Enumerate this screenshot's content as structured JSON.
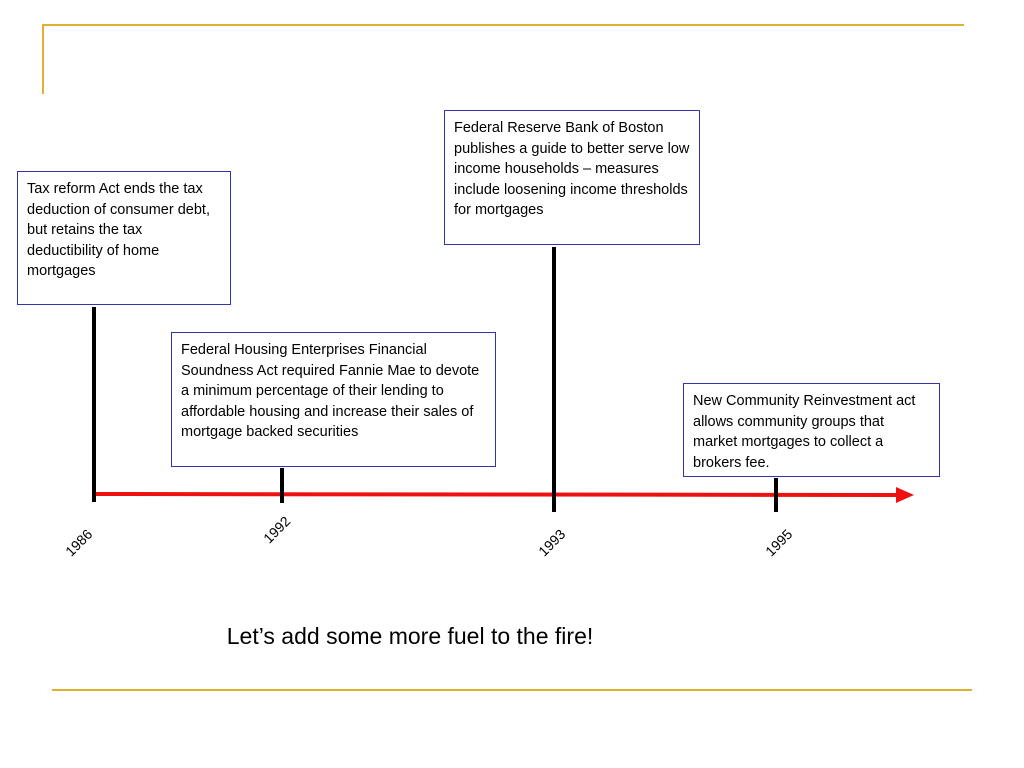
{
  "colors": {
    "accent_rule": "#e0b030",
    "timeline_arrow": "#ee1111",
    "marker_line": "#000000",
    "box_border": "#3333aa"
  },
  "timeline": {
    "events": [
      {
        "year": "1986",
        "text": "Tax reform Act ends the tax deduction of consumer debt, but retains the tax deductibility of home mortgages"
      },
      {
        "year": "1992",
        "text": "Federal Housing Enterprises Financial Soundness Act required Fannie Mae to devote a minimum percentage of their lending to affordable housing and increase their sales of mortgage backed securities"
      },
      {
        "year": "1993",
        "text": "Federal Reserve Bank of Boston publishes a guide to better serve low income households – measures include loosening income thresholds for mortgages"
      },
      {
        "year": "1995",
        "text": "New Community Reinvestment act allows community groups that market mortgages to collect a brokers fee."
      }
    ]
  },
  "caption": "Let’s add some more fuel to the fire!"
}
